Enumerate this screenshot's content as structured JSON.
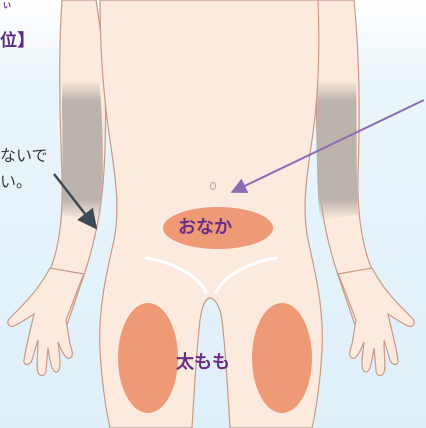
{
  "header": {
    "ruby": "い",
    "label": "位】"
  },
  "note": {
    "line1": "ないで",
    "line2": "い。"
  },
  "zones": {
    "belly": "おなか",
    "thigh": "太もも"
  },
  "colors": {
    "background": "#e8f3fa",
    "skin": "#fdeadf",
    "skin_outline": "#c99a86",
    "zone": "#ef9a76",
    "arm_band": "#bdb3ae",
    "purple_text": "#6a2d86",
    "arrow_dark": "#3e4a55",
    "arrow_purple": "#8e6cb0"
  }
}
